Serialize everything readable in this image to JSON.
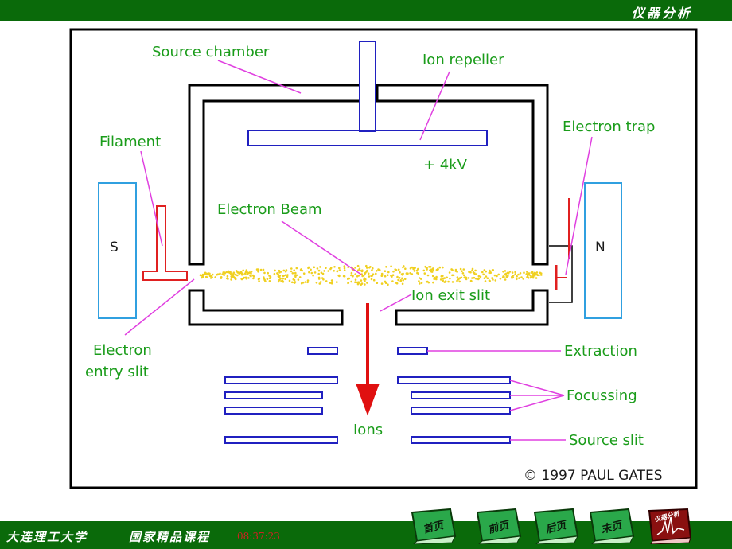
{
  "header": {
    "course_title": "仪器分析"
  },
  "diagram": {
    "labels": {
      "source_chamber": "Source chamber",
      "ion_repeller": "Ion repeller",
      "filament": "Filament",
      "electron_trap": "Electron trap",
      "voltage": "+ 4kV",
      "electron_beam": "Electron Beam",
      "magnet_s": "S",
      "magnet_n": "N",
      "ion_exit_slit": "Ion exit slit",
      "electron_entry_slit_line1": "Electron",
      "electron_entry_slit_line2": "entry slit",
      "extraction": "Extraction",
      "focussing": "Focussing",
      "ions": "Ions",
      "source_slit": "Source slit",
      "copyright": "© 1997 PAUL GATES"
    },
    "colors": {
      "label": "#1a9c1a",
      "leader": "#e040e0",
      "plates": "#2020c0",
      "filament": "#e02020",
      "magnets": "#30a0e0",
      "beam": "#f0d020",
      "arrow": "#e01010"
    }
  },
  "footer": {
    "university": "大连理工大学",
    "course": "国家精品课程",
    "time": "08:37:23",
    "nav": [
      {
        "label": "首页",
        "icon": "book-icon"
      },
      {
        "label": "前页",
        "icon": "book-icon"
      },
      {
        "label": "后页",
        "icon": "book-icon"
      },
      {
        "label": "末页",
        "icon": "book-icon"
      },
      {
        "label": "仪器分析",
        "icon": "chart-icon"
      }
    ]
  }
}
